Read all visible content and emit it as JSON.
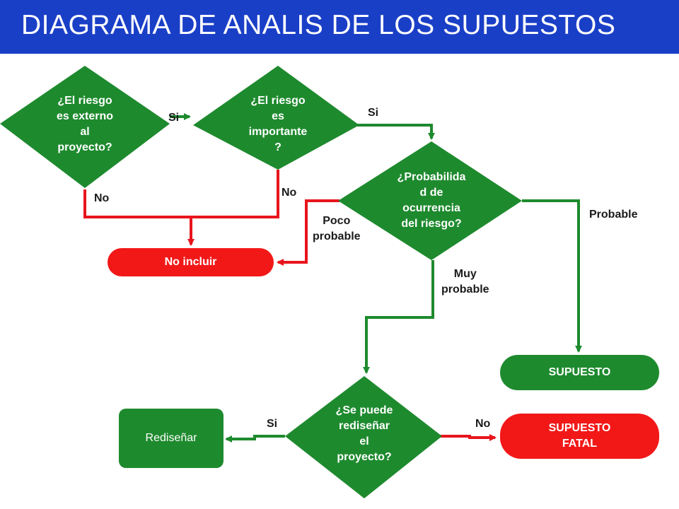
{
  "header": {
    "title": "DIAGRAMA DE ANALIS DE LOS SUPUESTOS"
  },
  "colors": {
    "header": "#1a3fc7",
    "green": "#1e8a2e",
    "red": "#f21818",
    "yes_line": "#1e8a2e",
    "no_line": "#e8141c"
  },
  "nodes": {
    "q_external": "¿El riesgo\nes externo\nal\nproyecto?",
    "q_important": "¿El riesgo\nes\nimportante\n?",
    "q_probability": "¿Probabilida\nd de\nocurrencia\ndel riesgo?",
    "q_redesign": "¿Se puede\nrediseñar\nel\nproyecto?",
    "no_incluir": "No incluir",
    "supuesto": "SUPUESTO",
    "supuesto_fatal": "SUPUESTO\nFATAL",
    "redisenar": "Rediseñar"
  },
  "edge_labels": {
    "ext_si": "Si",
    "ext_no": "No",
    "imp_si": "Si",
    "imp_no": "No",
    "poco_probable": "Poco\nprobable",
    "probable": "Probable",
    "muy_probable": "Muy\nprobable",
    "red_si": "Si",
    "red_no": "No"
  }
}
